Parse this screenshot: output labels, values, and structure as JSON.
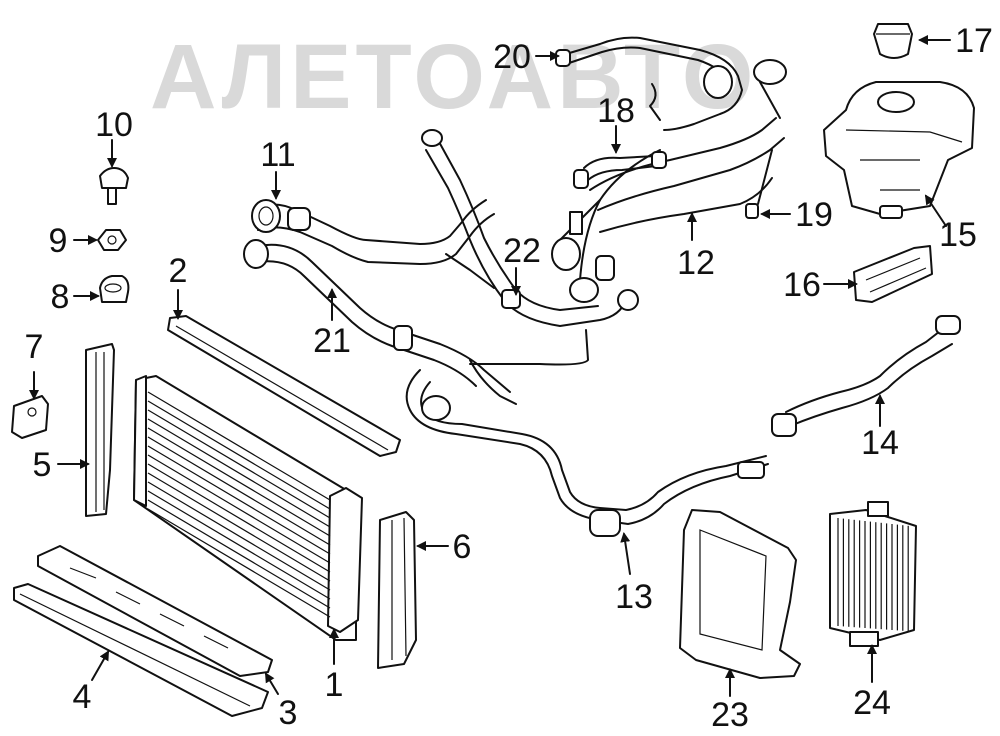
{
  "watermark": "АЛЕТОАВТО",
  "callouts": [
    {
      "id": "1",
      "text": "1"
    },
    {
      "id": "2",
      "text": "2"
    },
    {
      "id": "3",
      "text": "3"
    },
    {
      "id": "4",
      "text": "4"
    },
    {
      "id": "5",
      "text": "5"
    },
    {
      "id": "6",
      "text": "6"
    },
    {
      "id": "7",
      "text": "7"
    },
    {
      "id": "8",
      "text": "8"
    },
    {
      "id": "9",
      "text": "9"
    },
    {
      "id": "10",
      "text": "10"
    },
    {
      "id": "11",
      "text": "11"
    },
    {
      "id": "12",
      "text": "12"
    },
    {
      "id": "13",
      "text": "13"
    },
    {
      "id": "14",
      "text": "14"
    },
    {
      "id": "15",
      "text": "15"
    },
    {
      "id": "16",
      "text": "16"
    },
    {
      "id": "17",
      "text": "17"
    },
    {
      "id": "18",
      "text": "18"
    },
    {
      "id": "19",
      "text": "19"
    },
    {
      "id": "20",
      "text": "20"
    },
    {
      "id": "21",
      "text": "21"
    },
    {
      "id": "22",
      "text": "22"
    },
    {
      "id": "23",
      "text": "23"
    },
    {
      "id": "24",
      "text": "24"
    }
  ]
}
